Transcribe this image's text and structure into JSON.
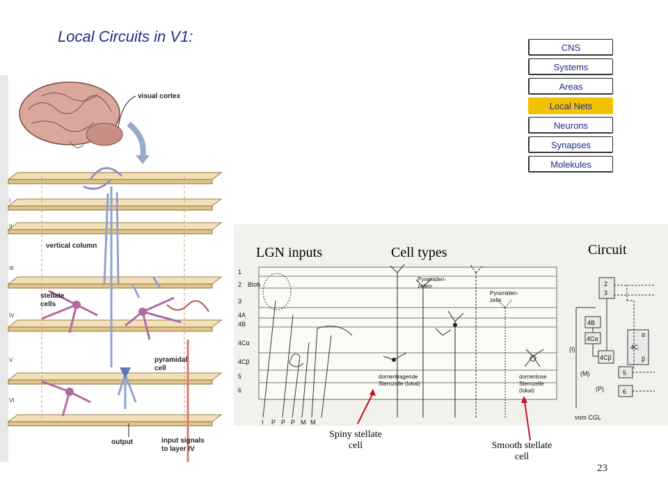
{
  "slide": {
    "title": "Local Circuits in V1:",
    "page_number": "23"
  },
  "hierarchy": {
    "items": [
      {
        "label": "CNS",
        "active": false
      },
      {
        "label": "Systems",
        "active": false
      },
      {
        "label": "Areas",
        "active": false
      },
      {
        "label": "Local Nets",
        "active": true
      },
      {
        "label": "Neurons",
        "active": false
      },
      {
        "label": "Synapses",
        "active": false
      },
      {
        "label": "Molekules",
        "active": false
      }
    ],
    "active_color": "#f2c200"
  },
  "cortex_figure": {
    "brain_label": "visual cortex",
    "layer_labels": [
      "I",
      "II",
      "III",
      "IV",
      "V",
      "VI"
    ],
    "column_label": "vertical column",
    "stellate_label_1": "stellate",
    "stellate_label_2": "cells",
    "pyramidal_label_1": "pyramidal",
    "pyramidal_label_2": "cell",
    "output_label": "output",
    "input_label_1": "input signals",
    "input_label_2": "to layer IV"
  },
  "cell_figure": {
    "header_lgn": "LGN inputs",
    "header_cell_types": "Cell types",
    "header_circuit": "Circuit",
    "layer_labels": [
      "1",
      "2",
      "3",
      "4A",
      "4B",
      "4Cα",
      "4Cβ",
      "5",
      "6"
    ],
    "blob_label": "Blob",
    "pyramid_label_1": "Pyramiden-",
    "pyramid_label_2": "zellen",
    "pyramid_label_3": "Pyramiden-",
    "pyramid_label_4": "zelle",
    "dornentragende_1": "dornentragende",
    "dornentragende_2": "Sternzelle (lokal)",
    "dornenlose_1": "dornenlose",
    "dornenlose_2": "Sternzelle",
    "dornenlose_3": "(lokal)",
    "input_letters": [
      "I",
      "P",
      "P",
      "P",
      "M",
      "M"
    ],
    "spiny_label_1": "Spiny stellate",
    "spiny_label_2": "cell",
    "smooth_label_1": "Smooth stellate",
    "smooth_label_2": "cell"
  },
  "circuit": {
    "box_23_a": "2",
    "box_23_b": "3",
    "box_4b": "4B",
    "box_4ca": "4Cα",
    "box_4cb": "4Cβ",
    "box_4c": "4C",
    "alpha": "α",
    "beta": "β",
    "box_5": "5",
    "box_6": "6",
    "label_i": "(I)",
    "label_m": "(M)",
    "label_p": "(P)",
    "label_cgl": "vom CGL"
  }
}
